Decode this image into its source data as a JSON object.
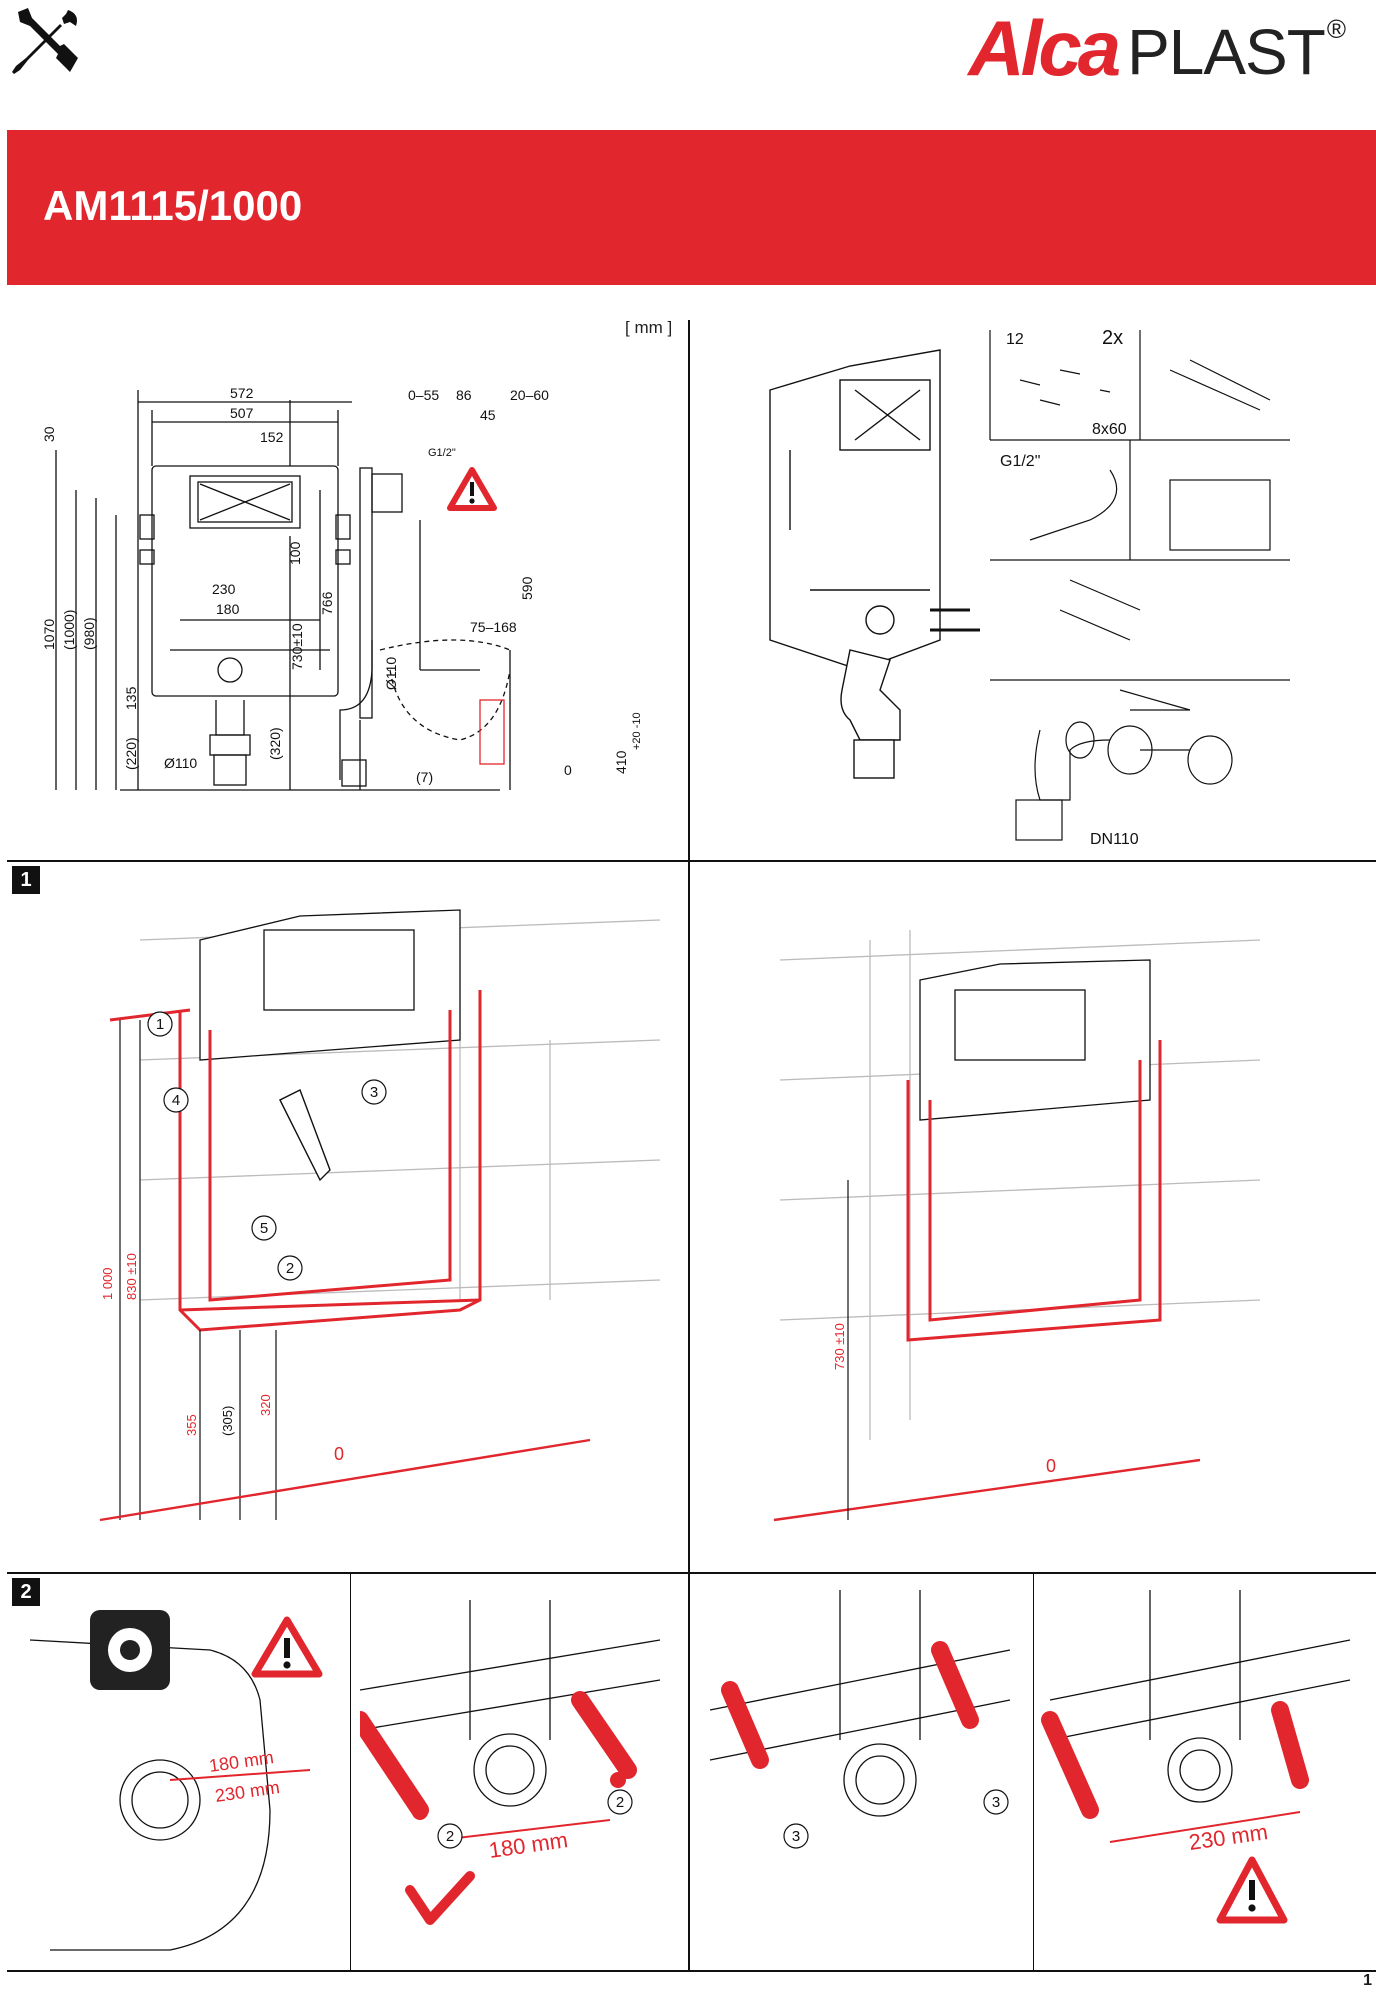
{
  "header": {
    "brand_alca": "Alca",
    "brand_plast": "PLAST",
    "brand_reg": "®",
    "product_code": "AM1115/1000"
  },
  "units_label": "[ mm ]",
  "dimensions": {
    "front_width_572": "572",
    "front_width_507": "507",
    "dim_152": "152",
    "dim_30": "30",
    "dim_1070": "1070",
    "dim_1000": "(1000)",
    "dim_980": "(980)",
    "dim_230": "230",
    "dim_180": "180",
    "dim_100": "100",
    "dim_730": "730±10",
    "dim_766": "766",
    "dim_135": "135",
    "dim_220": "(220)",
    "dim_320": "(320)",
    "dim_d110": "Ø110",
    "side_0_55": "0–55",
    "side_86": "86",
    "side_20_60": "20–60",
    "side_45": "45",
    "side_g12": "G1/2\"",
    "side_590": "590",
    "side_75_168": "75–168",
    "side_d110": "Ø110",
    "side_7": "(7)",
    "side_0": "0",
    "side_410": "410",
    "side_tol": "+20 -10"
  },
  "parts": {
    "qty_12": "12",
    "qty_2x": "2x",
    "screw_8x60": "8x60",
    "inlet_g12": "G1/2\"",
    "dn110": "DN110"
  },
  "step1": {
    "badge": "1",
    "callouts": [
      "1",
      "2",
      "3",
      "4",
      "5"
    ],
    "dim_1000": "1 000",
    "dim_830": "830 ±10",
    "dim_355": "355",
    "dim_305": "(305)",
    "dim_320": "320",
    "zero": "0",
    "right_730": "730 ±10",
    "right_zero": "0"
  },
  "step2": {
    "badge": "2",
    "tape_180": "180 mm",
    "tape_230": "230 mm",
    "pipes_180": "180 mm",
    "callout_2": "2",
    "callout_3": "3",
    "pipes_230": "230 mm"
  },
  "footer": {
    "page": "1"
  },
  "colors": {
    "accent": "#e1262d",
    "ink": "#111111"
  }
}
